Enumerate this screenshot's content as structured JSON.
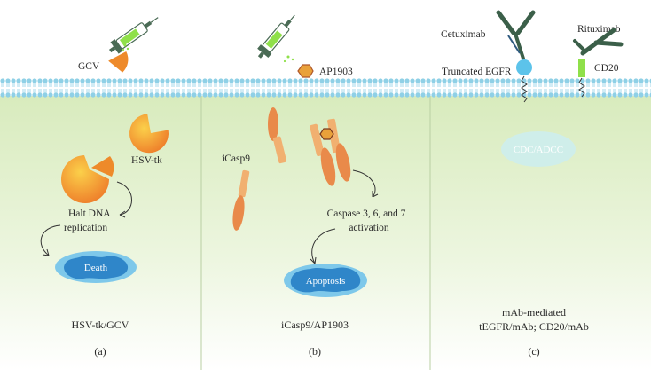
{
  "colors": {
    "panel_fill": "#e6f1d2",
    "membrane": "#8fd0e6",
    "hsv_tk_orange": "#f6a23a",
    "casp_orange": "#e98a4a",
    "blue_cell": "#2f86c9",
    "cdc_fill": "#cfeeea",
    "egfr_blue": "#5cc3ea",
    "cd20_green": "#8fe04a",
    "antibody_dark": "#3b5f49"
  },
  "panel_a": {
    "gcv_label": "GCV",
    "hsv_tk_label": "HSV-tk",
    "halt_line1": "Halt DNA",
    "halt_line2": "replication",
    "death_label": "Death",
    "system_label": "HSV-tk/GCV",
    "letter": "(a)"
  },
  "panel_b": {
    "ap_label": "AP1903",
    "icasp_label": "iCasp9",
    "caspase_line1": "Caspase 3, 6, and 7",
    "caspase_line2": "activation",
    "apoptosis_label": "Apoptosis",
    "system_label": "iCasp9/AP1903",
    "letter": "(b)"
  },
  "panel_c": {
    "cetuximab_label": "Cetuximab",
    "rituximab_label": "Rituximab",
    "tegfr_label": "Truncated EGFR",
    "cd20_label": "CD20",
    "cdc_label": "CDC/ADCC",
    "system_line1": "mAb-mediated",
    "system_line2": "tEGFR/mAb; CD20/mAb",
    "letter": "(c)"
  }
}
